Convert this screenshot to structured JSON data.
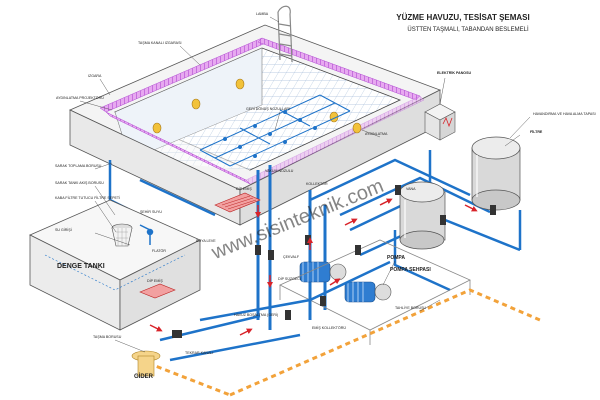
{
  "title": {
    "line1": "YÜZME HAVUZU, TESİSAT ŞEMASI",
    "line2": "ÜSTTEN TAŞMALI, TABANDAN BESLEMELİ"
  },
  "labels": {
    "lamba": "LAMBA",
    "tasmamanali": "TAŞMA KANALI IZGARASI",
    "izgara": "IZGARA",
    "aydinlatma": "AYDINLATMA PROJEKTÖRÜ",
    "geridonus": "GERİ DÖNÜŞ NOZULLARI",
    "aydinlatma2": "AYDINLATMA",
    "elektrik": "ELEKTRİK PANOSU",
    "hava": "HAVANDIRMA VE HAVA ALMA TAPASI",
    "filtre": "FİLTRE",
    "sarkacboru": "SARAK TOPLAMA BORUSU",
    "sarkacaks": "SARAK TANKI AKIŞ BORUSU",
    "kaba": "KABA FİLTRE TUTUCU FİLTRE SEPETİ",
    "sehir": "ŞEHİR SUYU",
    "sugirisi": "SU GİRİŞİ",
    "flator": "FLATÖR",
    "dengetanki": "DENGE TANKI",
    "dipemis1": "DİP EMİŞ",
    "dipemis2": "DİP EMİŞ",
    "vakum": "VAKUM NOZULU",
    "boya": "BOYA LEVE",
    "pompa": "POMPA",
    "pompasehpasi": "POMPA SEHPASI",
    "tasma": "TAŞMA BORUSU",
    "gider": "GİDER",
    "tahliye": "TAHLİYE BORUSU",
    "tekrarkanal": "TEKRAR KANALI",
    "kollektor": "KOLLEKTÖR",
    "emiskollektoru": "EMİŞ KOLLEKTÖRÜ",
    "havuzbosaltma": "HAVUZ BOŞALTMA (GERİ)",
    "dipsuzgeci": "DİP SÜZGECİ",
    "cekvalf": "ÇEKVALF",
    "vana": "VANA"
  },
  "watermark": "www.sisinteknik.com",
  "colors": {
    "pipe": "#1e73c9",
    "flow": "#d8232a",
    "overflow": "#b04ad1",
    "drain": "#f2a23a",
    "tile": "#9fb8d6"
  }
}
